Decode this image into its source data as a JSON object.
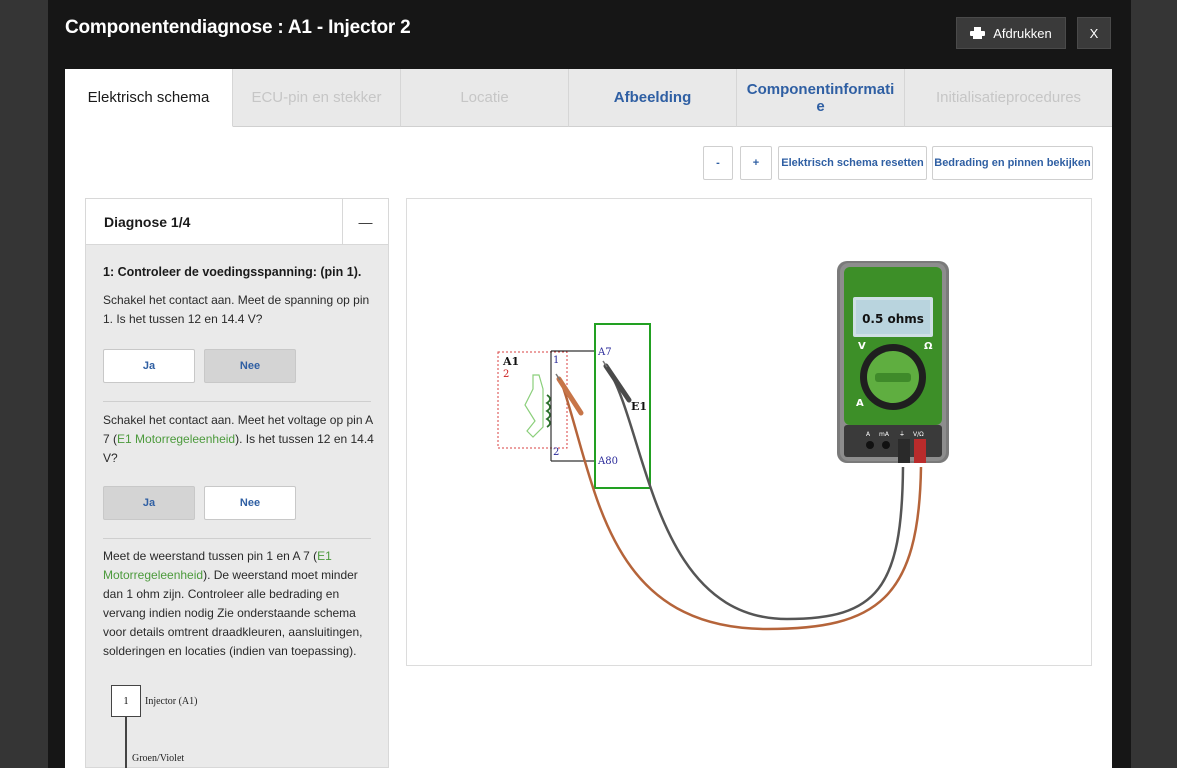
{
  "window": {
    "title": "Componentendiagnose : A1 - Injector 2",
    "print_label": "Afdrukken",
    "close_label": "X"
  },
  "tabs": [
    {
      "label": "Elektrisch schema",
      "state": "active"
    },
    {
      "label": "ECU-pin en stekker",
      "state": "disabled"
    },
    {
      "label": "Locatie",
      "state": "disabled"
    },
    {
      "label": "Afbeelding",
      "state": "link"
    },
    {
      "label": "Componentinformati e",
      "state": "link"
    },
    {
      "label": "Initialisatieprocedures",
      "state": "disabled"
    }
  ],
  "toolbar": {
    "zoom_out_label": "-",
    "zoom_in_label": "+",
    "reset_label": "Elektrisch schema resetten",
    "wiring_label": "Bedrading en pinnen bekijken"
  },
  "diagnose": {
    "title": "Diagnose 1/4",
    "collapse_label": "—",
    "step_title": "1: Controleer de voedingsspanning: (pin 1).",
    "q1": "Schakel het contact aan. Meet de spanning op pin 1. Is het tussen 12 en 14.4 V?",
    "q1_yes": "Ja",
    "q1_no": "Nee",
    "q2_prefix": "Schakel het contact aan. Meet het voltage op pin A 7 (",
    "q2_link": "E1 Motorregeleenheid",
    "q2_suffix": "). Is het tussen 12 en 14.4 V?",
    "q2_yes": "Ja",
    "q2_no": "Nee",
    "q3_prefix": "Meet de weerstand tussen pin 1 en A 7 (",
    "q3_link": "E1 Motorregeleenheid",
    "q3_suffix": "). De weerstand moet minder dan 1 ohm zijn. Controleer alle bedrading en vervang indien nodig Zie onderstaande schema voor details omtrent draadkleuren, aansluitingen, solderingen en locaties (indien van toepassing).",
    "mini_pin": "1",
    "mini_component": "Injector (A1)",
    "mini_wire_color": "Groen/Violet"
  },
  "schematic": {
    "component_id": "A1",
    "component_num": "2",
    "pin_top": "1",
    "pin_bottom": "2",
    "ecu_pin_top": "A7",
    "ecu_pin_bottom": "A80",
    "ecu_label": "E1",
    "meter_reading": "0.5 ohms",
    "meter_v": "V",
    "meter_ohm": "Ω",
    "meter_a": "A",
    "jack_a": "A",
    "jack_ma": "mA",
    "jack_com": "⏚",
    "jack_vohm": "V/Ω"
  },
  "colors": {
    "link": "#2f5fa3",
    "ecu_box": "#22a022",
    "green_text": "#4c9a3c",
    "probe_red": "#b5643a",
    "probe_black": "#555555",
    "meter_green": "#3d8f28"
  }
}
